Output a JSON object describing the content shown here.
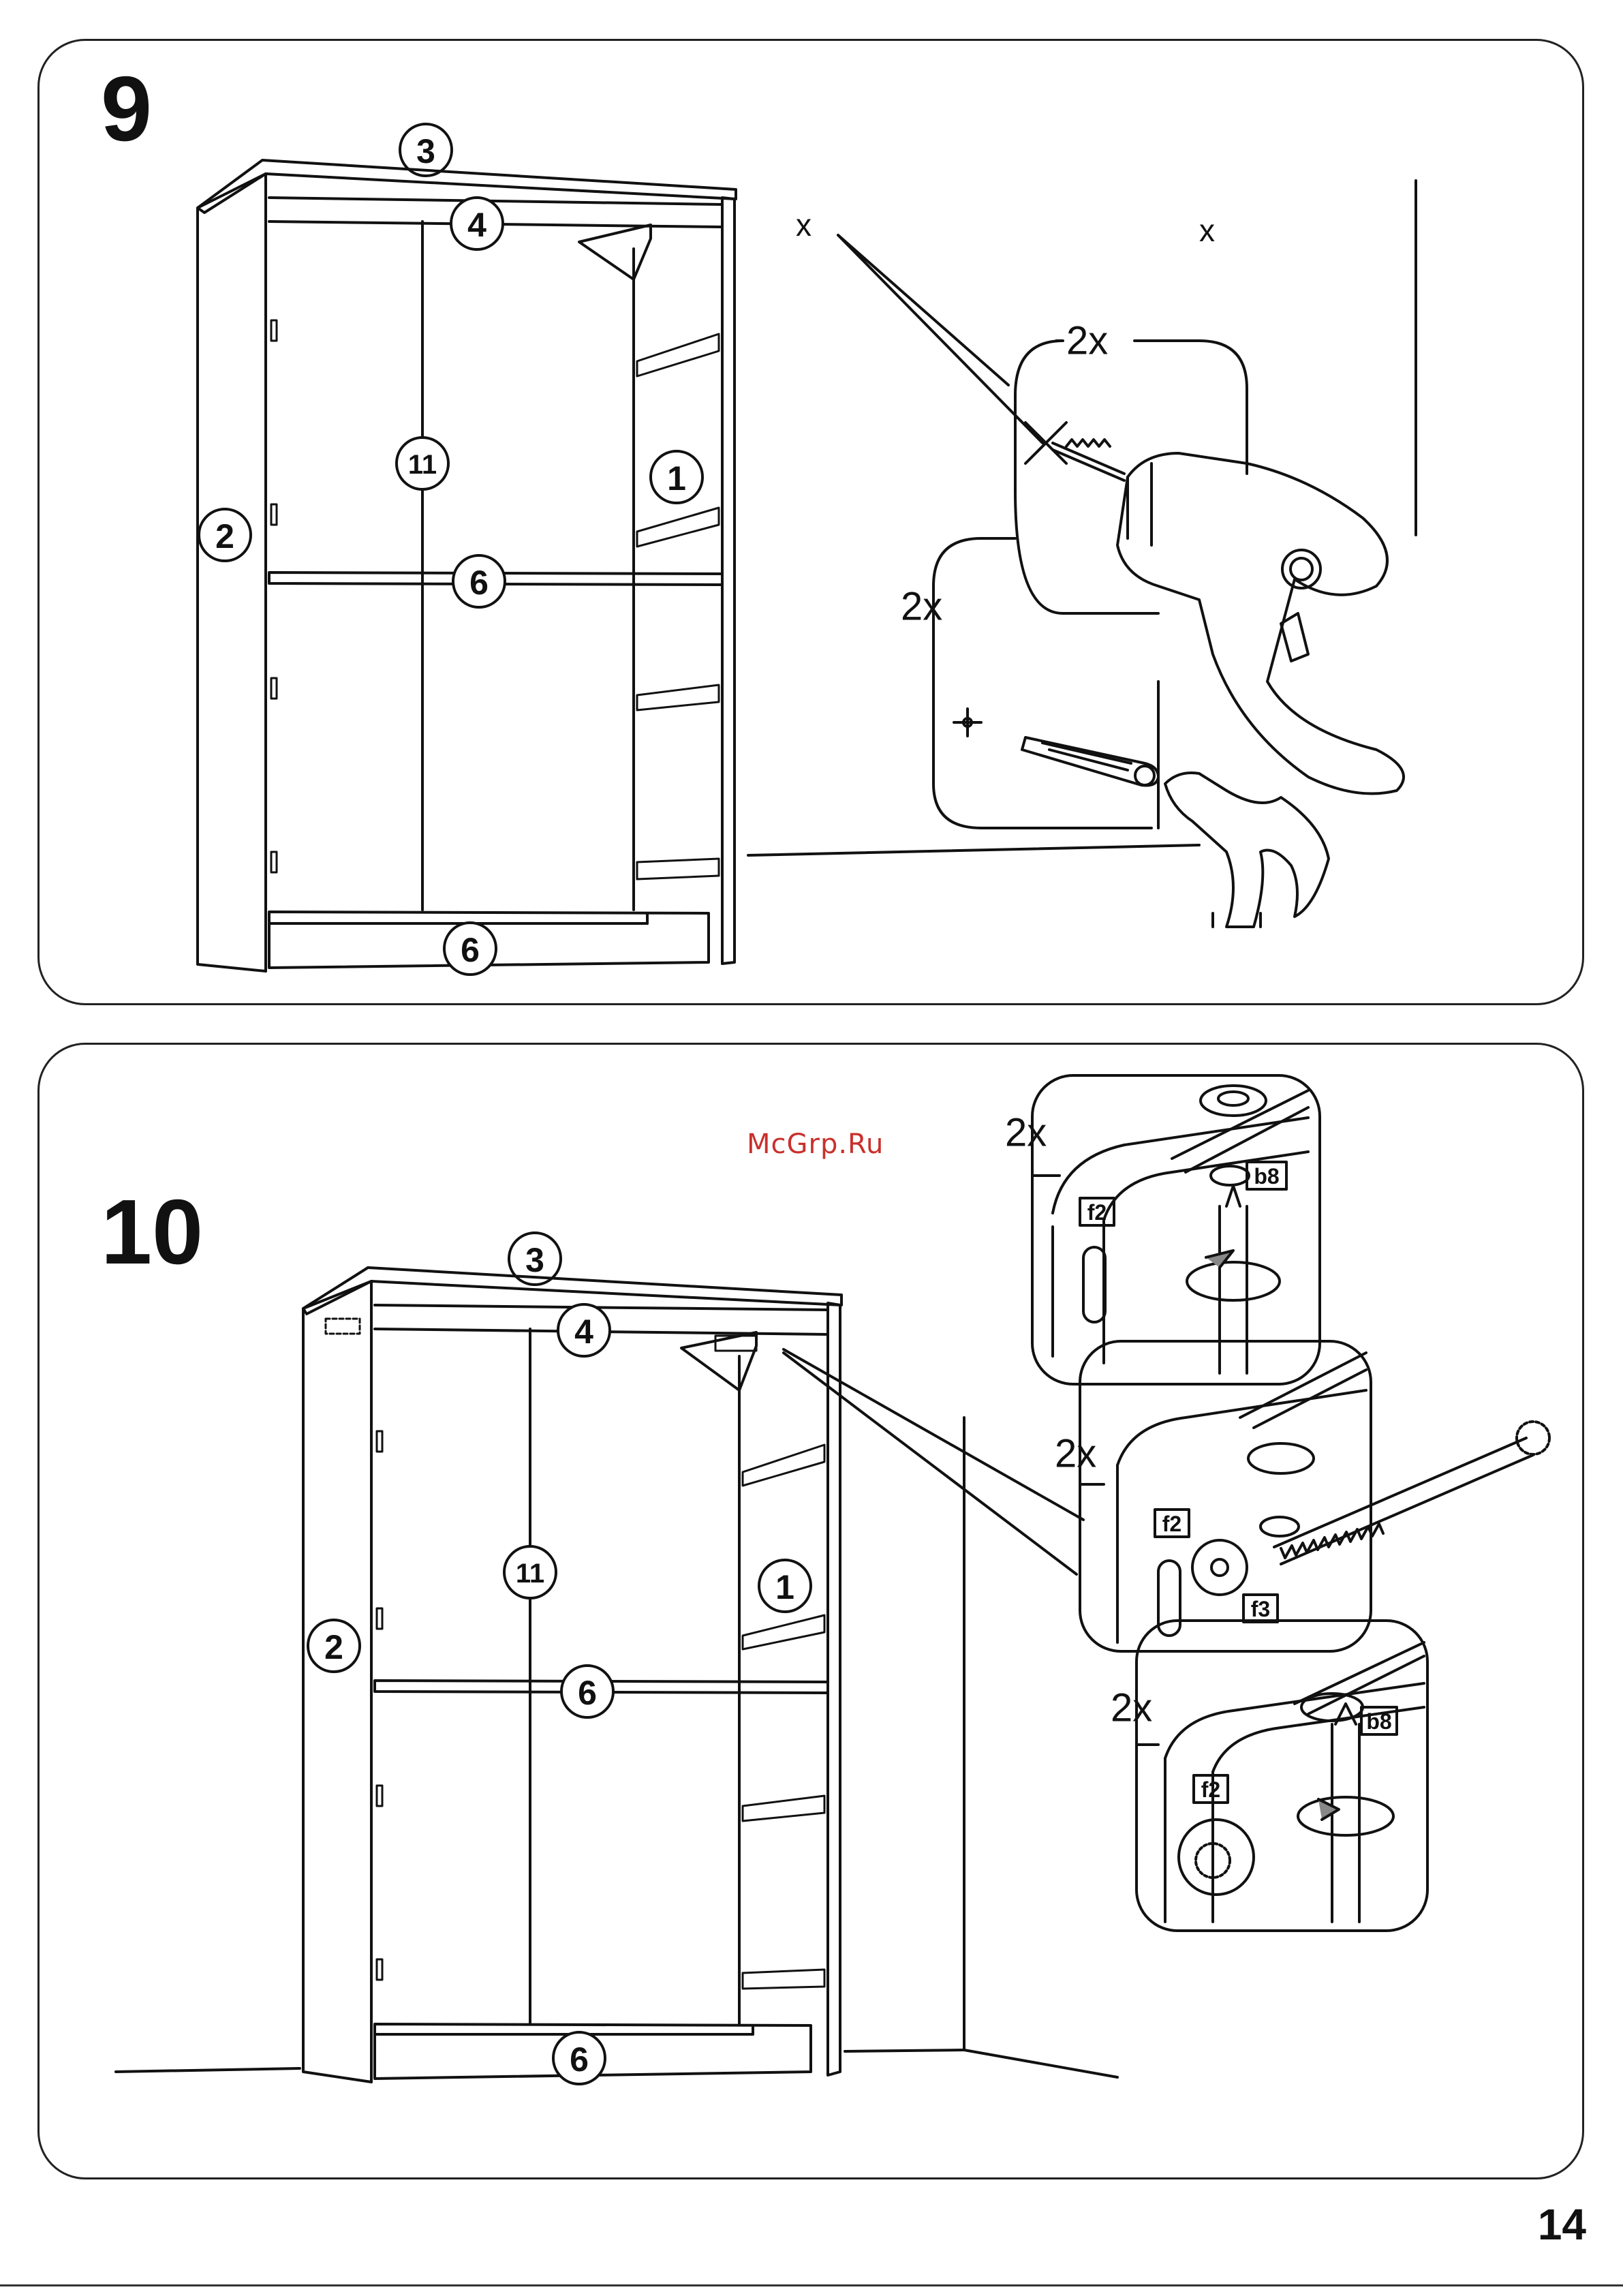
{
  "page": {
    "number": "14",
    "watermark": "McGrp.Ru"
  },
  "steps": [
    {
      "number": "9",
      "part_labels": [
        "3",
        "4",
        "11",
        "1",
        "2",
        "6",
        "6"
      ],
      "callouts": [
        "x",
        "x",
        "2x",
        "2x"
      ]
    },
    {
      "number": "10",
      "part_labels": [
        "3",
        "4",
        "11",
        "1",
        "2",
        "6",
        "6"
      ],
      "detail_quantities": [
        "2x",
        "2x",
        "2x"
      ],
      "hardware_tags": [
        "f2",
        "b8",
        "f2",
        "f3",
        "f2",
        "b8"
      ]
    }
  ],
  "colors": {
    "ink": "#111111",
    "watermark": "#c9302c",
    "background": "#ffffff"
  }
}
